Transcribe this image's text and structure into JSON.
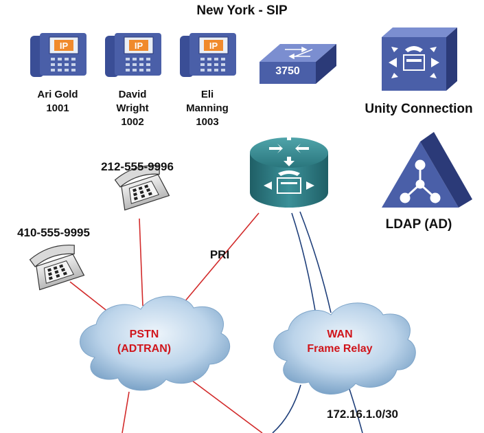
{
  "title": "New York - SIP",
  "phones": [
    {
      "name": "Ari Gold",
      "ext": "1001",
      "badge": "IP",
      "icon": "ip-phone-icon"
    },
    {
      "name": "David",
      "name2": "Wright",
      "ext": "1002",
      "badge": "IP",
      "icon": "ip-phone-icon"
    },
    {
      "name": "Eli",
      "name2": "Manning",
      "ext": "1003",
      "badge": "IP",
      "icon": "ip-phone-icon"
    }
  ],
  "switch": {
    "label": "3750",
    "icon": "switch-icon"
  },
  "unity": {
    "label": "Unity Connection",
    "icon": "voicemail-server-icon"
  },
  "router": {
    "icon": "voice-router-icon"
  },
  "ldap": {
    "label": "LDAP (AD)",
    "icon": "directory-server-icon"
  },
  "analog_phones": [
    {
      "number": "212-555-9996",
      "icon": "analog-phone-icon"
    },
    {
      "number": "410-555-9995",
      "icon": "analog-phone-icon"
    }
  ],
  "links": {
    "pri": "PRI",
    "subnet": "172.16.1.0/30"
  },
  "clouds": {
    "pstn": {
      "line1": "PSTN",
      "line2": "(ADTRAN)",
      "icon": "cloud-icon"
    },
    "wan": {
      "line1": "WAN",
      "line2": "Frame Relay",
      "icon": "cloud-icon"
    }
  },
  "colors": {
    "device_blue": "#4a5fa8",
    "device_dark": "#2b3a78",
    "router_teal": "#2f7f86",
    "pstn_link": "#d22a2a",
    "wan_link": "#1f3f7a",
    "cloud_label": "#d0151b"
  }
}
